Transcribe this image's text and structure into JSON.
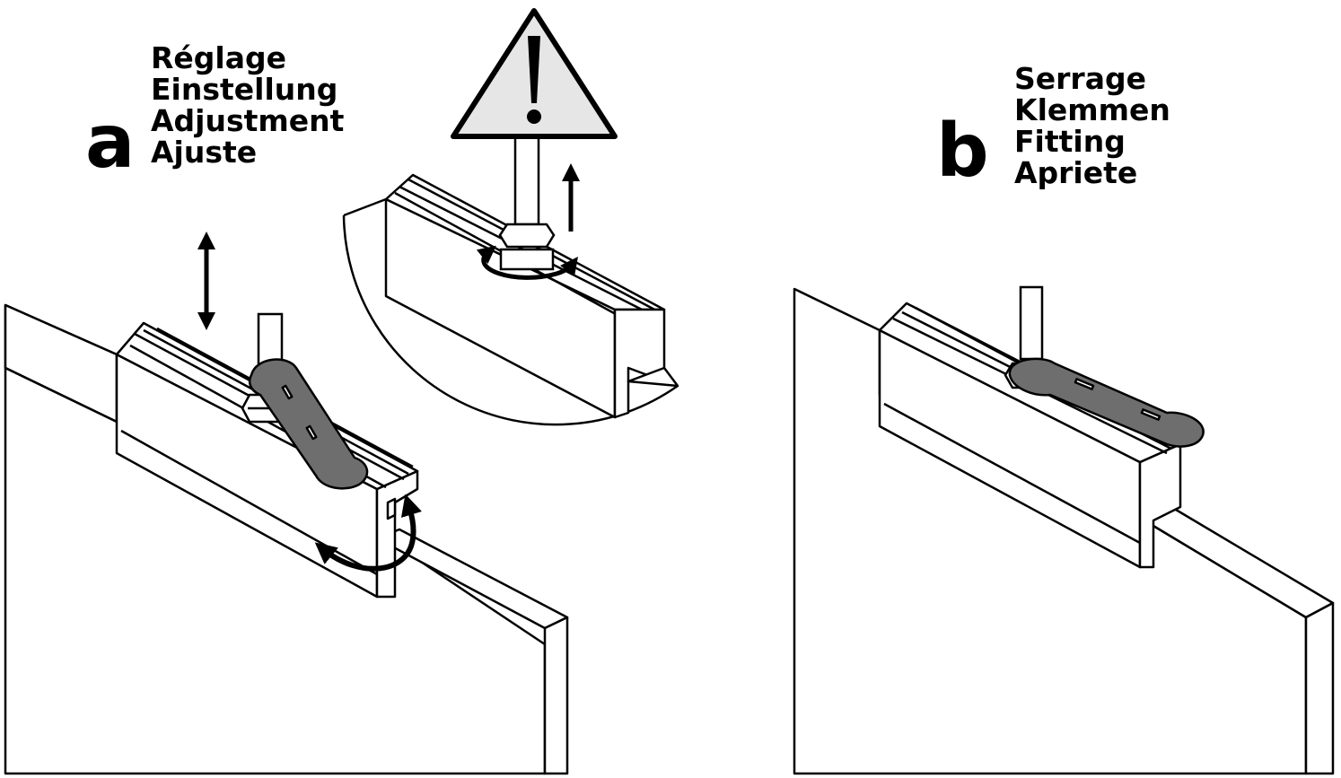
{
  "step_a": {
    "letter": "a",
    "labels": [
      "Réglage",
      "Einstellung",
      "Adjustment",
      "Ajuste"
    ]
  },
  "step_b": {
    "letter": "b",
    "labels": [
      "Serrage",
      "Klemmen",
      "Fitting",
      "Apriete"
    ]
  },
  "icons": [
    "warning-triangle-icon",
    "wrench-icon",
    "double-arrow-icon",
    "up-arrow-icon",
    "rotation-arrow-icon"
  ],
  "colors": {
    "line": "#000000",
    "wrench": "#6e6e6e",
    "warning_fill": "#e6e6e6",
    "panel": "#ffffff"
  }
}
